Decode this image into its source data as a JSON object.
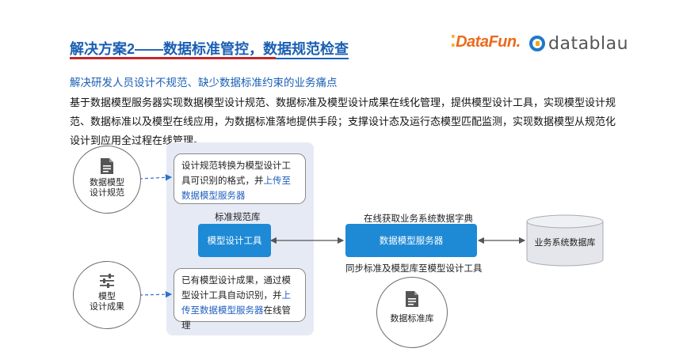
{
  "header": {
    "title": "解决方案2——数据标准管控，数据规范检查",
    "logo_datafun": "DataFun.",
    "logo_datablau": "datablau"
  },
  "subtitle": "解决研发人员设计不规范、缺少数据标准约束的业务痛点",
  "description": "基于数据模型服务器实现数据模型设计规范、数据标准及模型设计成果在线化管理，提供模型设计工具，实现模型设计规范、数据标准以及模型在线应用，为数据标准落地提供手段；支撑设计态及运行态模型匹配监测，实现数据模型从规范化设计到应用全过程在线管理。",
  "diagram": {
    "circle_spec": {
      "line1": "数据模型",
      "line2": "设计规范",
      "icon": "document-icon"
    },
    "circle_model": {
      "line1": "模型",
      "line2": "设计成果",
      "icon": "sliders-icon"
    },
    "circle_std": {
      "label": "数据标准库",
      "icon": "document-icon"
    },
    "note_top": {
      "text1": "设计规范转换为模型设计工具可识别的格式，并",
      "link": "上传至数据模型服务器"
    },
    "note_bottom": {
      "text1": "已有模型设计成果，通过模型设计工具自动识别，并",
      "link": "上传至数据模型服务器",
      "text2": "在线管理"
    },
    "standard_lib_label": "标准规范库",
    "tool_box": "模型设计工具",
    "server_box": "数据模型服务器",
    "server_caption_top": "在线获取业务系统数据字典",
    "server_caption_bottom": "同步标准及模型库至模型设计工具",
    "db_label": "业务系统数据库"
  },
  "colors": {
    "title_blue": "#1a5fb4",
    "accent_red": "#c0282d",
    "box_blue": "#1e8ad6",
    "panel_bg": "#e6eaf5"
  }
}
